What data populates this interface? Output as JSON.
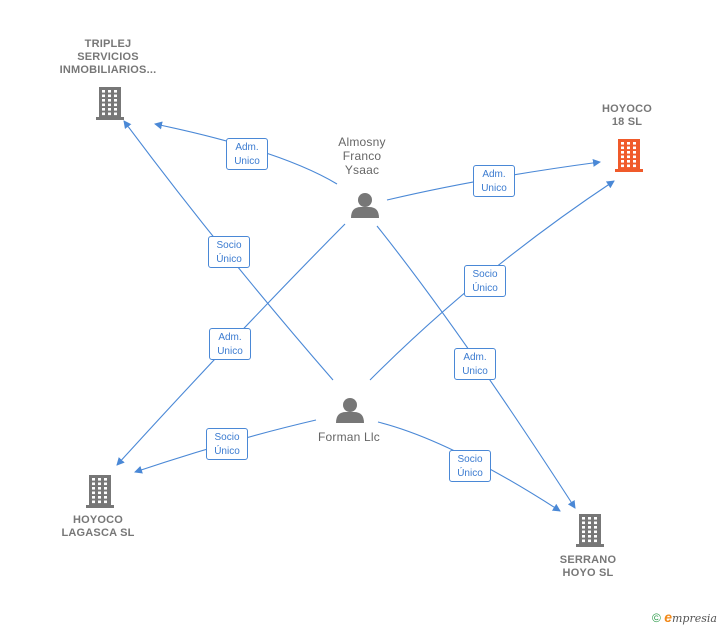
{
  "nodes": {
    "triplej": {
      "lines": [
        "TRIPLEJ",
        "SERVICIOS",
        "INMOBILIARIOS..."
      ],
      "icon": "building-icon",
      "color": "#777777"
    },
    "hoyoco18": {
      "lines": [
        "HOYOCO",
        "18  SL"
      ],
      "icon": "building-icon",
      "color": "#f05a2a"
    },
    "almosny": {
      "lines": [
        "Almosny",
        "Franco",
        "Ysaac"
      ],
      "icon": "person-icon",
      "color": "#777777"
    },
    "forman": {
      "lines": [
        "Forman Llc"
      ],
      "icon": "person-icon",
      "color": "#777777"
    },
    "lagasca": {
      "lines": [
        "HOYOCO",
        "LAGASCA  SL"
      ],
      "icon": "building-icon",
      "color": "#777777"
    },
    "serrano": {
      "lines": [
        "SERRANO",
        "HOYO  SL"
      ],
      "icon": "building-icon",
      "color": "#777777"
    }
  },
  "edges": [
    {
      "from": "almosny",
      "to": "triplej",
      "label": [
        "Adm.",
        "Unico"
      ]
    },
    {
      "from": "almosny",
      "to": "hoyoco18",
      "label": [
        "Adm.",
        "Unico"
      ]
    },
    {
      "from": "almosny",
      "to": "lagasca",
      "label": [
        "Adm.",
        "Unico"
      ]
    },
    {
      "from": "almosny",
      "to": "serrano",
      "label": [
        "Adm.",
        "Unico"
      ]
    },
    {
      "from": "forman",
      "to": "triplej",
      "label": [
        "Socio",
        "Único"
      ]
    },
    {
      "from": "forman",
      "to": "hoyoco18",
      "label": [
        "Socio",
        "Único"
      ]
    },
    {
      "from": "forman",
      "to": "lagasca",
      "label": [
        "Socio",
        "Único"
      ]
    },
    {
      "from": "forman",
      "to": "serrano",
      "label": [
        "Socio",
        "Único"
      ]
    }
  ],
  "colors": {
    "edge": "#4a88d6",
    "building": "#777777",
    "highlight": "#f05a2a",
    "person": "#777777"
  },
  "footer": {
    "copyright": "©",
    "brand_initial": "e",
    "brand_rest": "mpresia"
  }
}
